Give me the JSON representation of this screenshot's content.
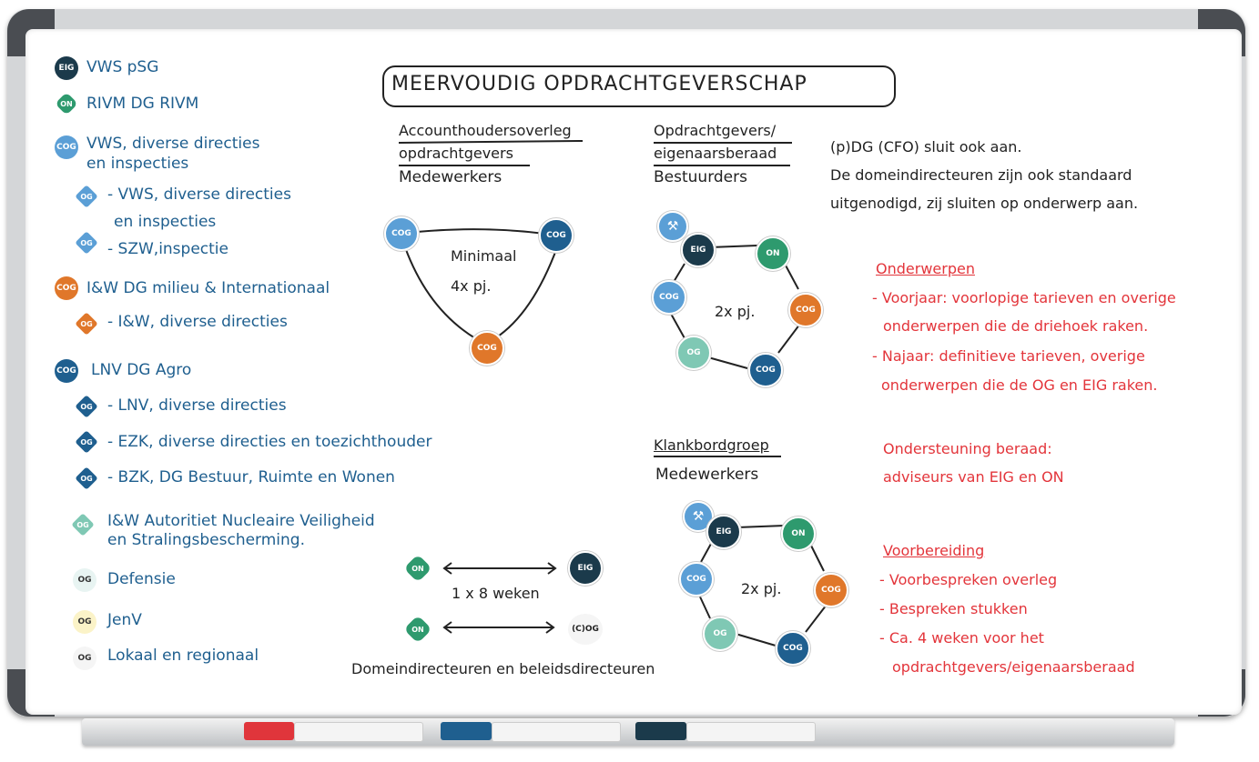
{
  "title": "MEERVOUDIG OPDRACHTGEVERSCHAP",
  "legend": [
    {
      "badge": "EIG",
      "text": "VWS pSG"
    },
    {
      "badge": "ON",
      "text": "RIVM DG RIVM"
    },
    {
      "badge": "COG",
      "text": "VWS, diverse directies",
      "text2": "en inspecties"
    },
    {
      "badge": "OG",
      "text": "- VWS, diverse directies",
      "text2": "en inspecties"
    },
    {
      "badge": "OG",
      "text": "- SZW,inspectie"
    },
    {
      "badge": "COG",
      "text": "I&W DG milieu & Internationaal"
    },
    {
      "badge": "OG",
      "text": "- I&W, diverse directies"
    },
    {
      "badge": "COG",
      "text": "LNV DG Agro"
    },
    {
      "badge": "OG",
      "text": "- LNV, diverse directies"
    },
    {
      "badge": "OG",
      "text": "- EZK, diverse directies en toezichthouder"
    },
    {
      "badge": "OG",
      "text": "- BZK, DG Bestuur, Ruimte en Wonen"
    },
    {
      "badge": "OG",
      "text": "I&W Autoritiet Nucleaire Veiligheid",
      "text2": "en Stralingsbescherming."
    },
    {
      "badge": "OG",
      "text": "Defensie"
    },
    {
      "badge": "OG",
      "text": "JenV"
    },
    {
      "badge": "OG",
      "text": "Lokaal en regionaal"
    }
  ],
  "triangle": {
    "heading1": "Accounthoudersoverleg",
    "heading2": "opdrachtgevers",
    "heading3": "Medewerkers",
    "center1": "Minimaal",
    "center2": "4x pj.",
    "nodes": [
      "COG",
      "COG",
      "COG"
    ]
  },
  "hexagon1": {
    "heading1": "Opdrachtgevers/",
    "heading2": "eigenaarsberaad",
    "heading3": "Bestuurders",
    "center": "2x pj.",
    "nodes": [
      "EIG",
      "ON",
      "COG",
      "COG",
      "OG",
      "COG"
    ]
  },
  "hexagon2": {
    "heading1": "Klankbordgroep",
    "heading2": "Medewerkers",
    "center": "2x pj.",
    "nodes": [
      "EIG",
      "ON",
      "COG",
      "COG",
      "OG",
      "COG"
    ]
  },
  "weekly": {
    "line1": "1 x 8 weken",
    "nodes": [
      "ON",
      "EIG",
      "ON",
      "(C)OG"
    ],
    "caption": "Domeindirecteuren en beleidsdirecteuren"
  },
  "note": {
    "line1": "(p)DG (CFO) sluit ook aan.",
    "line2": "De domeindirecteuren zijn ook standaard",
    "line3": "uitgenodigd, zij sluiten op onderwerp aan."
  },
  "onderwerpen": {
    "heading": "Onderwerpen",
    "lines": [
      "- Voorjaar: voorlopige tarieven en overige",
      "onderwerpen die de driehoek raken.",
      "- Najaar: definitieve tarieven, overige",
      "onderwerpen die de OG en EIG raken."
    ]
  },
  "ondersteuning": {
    "line1": "Ondersteuning beraad:",
    "line2": "adviseurs van EIG en ON"
  },
  "voorbereiding": {
    "heading": "Voorbereiding",
    "lines": [
      "- Voorbespreken overleg",
      "- Bespreken stukken",
      "- Ca. 4 weken voor het",
      "opdrachtgevers/eigenaarsberaad"
    ]
  },
  "colors": {
    "eig": "#1b3a4b",
    "on": "#2e9a6e",
    "cog_light": "#5b9fd6",
    "cog_orange": "#e0772a",
    "cog_dark": "#1f5f8f",
    "og_teal": "#7fc8b4",
    "og_light": "#e8f4f2",
    "og_yellow": "#fbf3c8",
    "text_blue": "#1f5f8f",
    "text_red": "#e3353b"
  }
}
